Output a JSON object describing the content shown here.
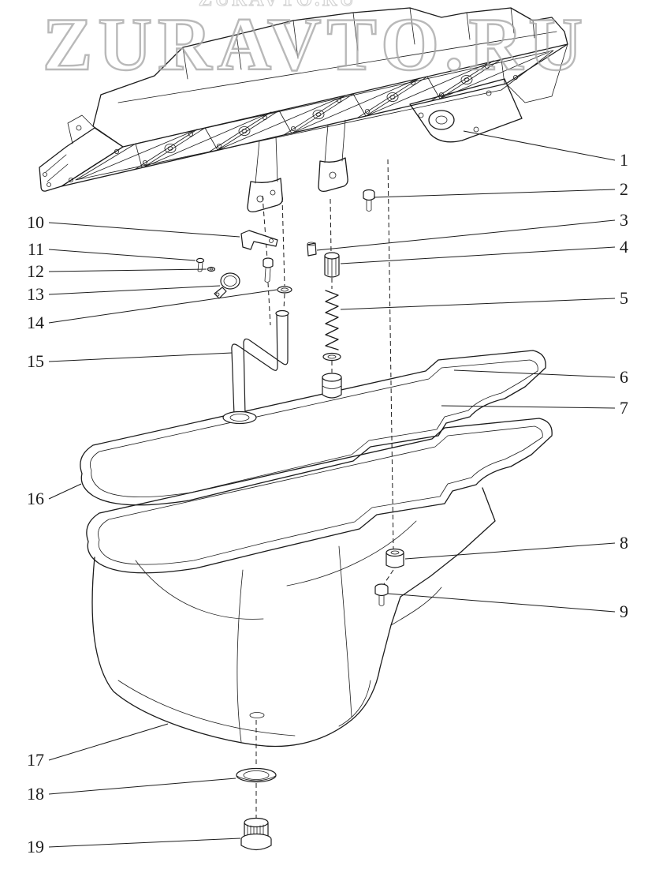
{
  "watermark": {
    "text": "ZURAVTO.RU",
    "color": "#a8a8a8"
  },
  "colors": {
    "background": "#ffffff",
    "line": "#1c1c1c"
  },
  "diagram": {
    "callouts": [
      "1",
      "2",
      "3",
      "4",
      "5",
      "6",
      "7",
      "8",
      "9",
      "10",
      "11",
      "12",
      "13",
      "14",
      "15",
      "16",
      "17",
      "18",
      "19"
    ]
  }
}
